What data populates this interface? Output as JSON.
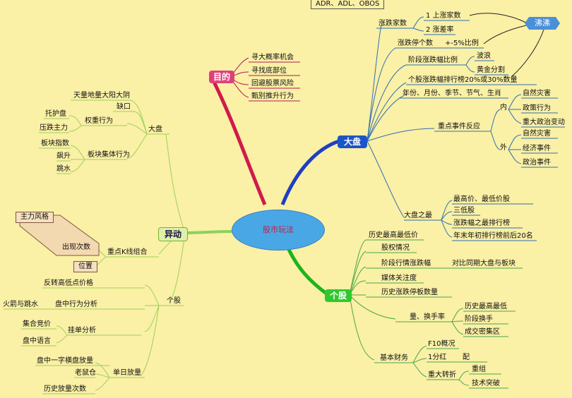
{
  "center": {
    "label": "股市玩法"
  },
  "branches": {
    "mudi": "目的",
    "dapan": "大盘",
    "gegu": "个股",
    "yidong": "异动",
    "bingfei": "沸沸"
  },
  "mudi_items": [
    "寻大概率机会",
    "寻找底部位",
    "回避股票风险",
    "甄别推升行为"
  ],
  "dapan_items": {
    "adr": "ADR、ADL、OBOS",
    "zhangdie_jiashu": "涨跌家数",
    "shangzhang_jiashu": "1 上涨家数",
    "zhangdie_cha": "2 涨差率",
    "zhangting_geshu": "涨跌停个数",
    "wubaifen": "+-5%比例",
    "jieduan": "阶段涨跌幅比例",
    "bolang": "波浪",
    "huangjin": "黄金分割",
    "geguzhangfu": "个股涨跌幅排行榜20%或30%数量",
    "nianfen": "年份、月份、季节、节气、生肖",
    "zhongdian": "重点事件反应",
    "nei": "内",
    "wai": "外",
    "ziran1": "自然灾害",
    "zhengce": "政策行为",
    "zhongda": "重大政治变动",
    "ziran2": "自然灾害",
    "jingji": "经济事件",
    "zhengzhi": "政治事件",
    "dapanzhizui": "大盘之最",
    "zuigao": "最高价、最低价股",
    "sandi": "三低股",
    "zhangfu": "涨跌幅之最排行榜",
    "nianmo": "年末年初排行榜前后20名"
  },
  "gegu_items": {
    "lishi": "历史最高最低价",
    "gudong": "股权情况",
    "jieduanxing": "阶段行情涨跌幅",
    "duibi": "对比同期大盘与板块",
    "meiti": "媒体关注度",
    "lishizhang": "历史涨跌停板数量",
    "liang": "量、换手率",
    "lishiliang": "历史最高最低",
    "jieduanhuan": "阶段换手",
    "chengjiao": "成交密集区",
    "jibenmian": "基本财务",
    "f10": "F10概况",
    "fenhong": "1分红",
    "pei": "配",
    "zhongda": "重大转折",
    "chongzu": "重组",
    "jishu": "技术突破"
  },
  "yidong_items": {
    "dapan": "大盘",
    "tianliang": "天量地量大阳大阴",
    "quekou": "缺口",
    "quanzhong": "权重行为",
    "tuopanpan": "托护盘",
    "yazhuli": "压跌主力",
    "bankuai": "板块集体行为",
    "bankuaizhishu": "板块指数",
    "zhangsheng": "飙升",
    "tiaoshui": "跳水",
    "zhuli": "主力风格",
    "chuxian": "出现次数",
    "weizhi": "位置",
    "zhongdianK": "重点K线组合",
    "gegu": "个股",
    "fanzhuan": "反转高低点价格",
    "panzhong": "盘中行为分析",
    "huojian": "火箭与跳水",
    "guadan": "挂单分析",
    "jihejingjia": "集合竞价",
    "panzhongyu": "盘中语言",
    "danri": "单日放量",
    "panzhongyizi": "盘中一字横盘放量",
    "laoshu": "老鼠仓",
    "lishifang": "历史放量次数"
  }
}
